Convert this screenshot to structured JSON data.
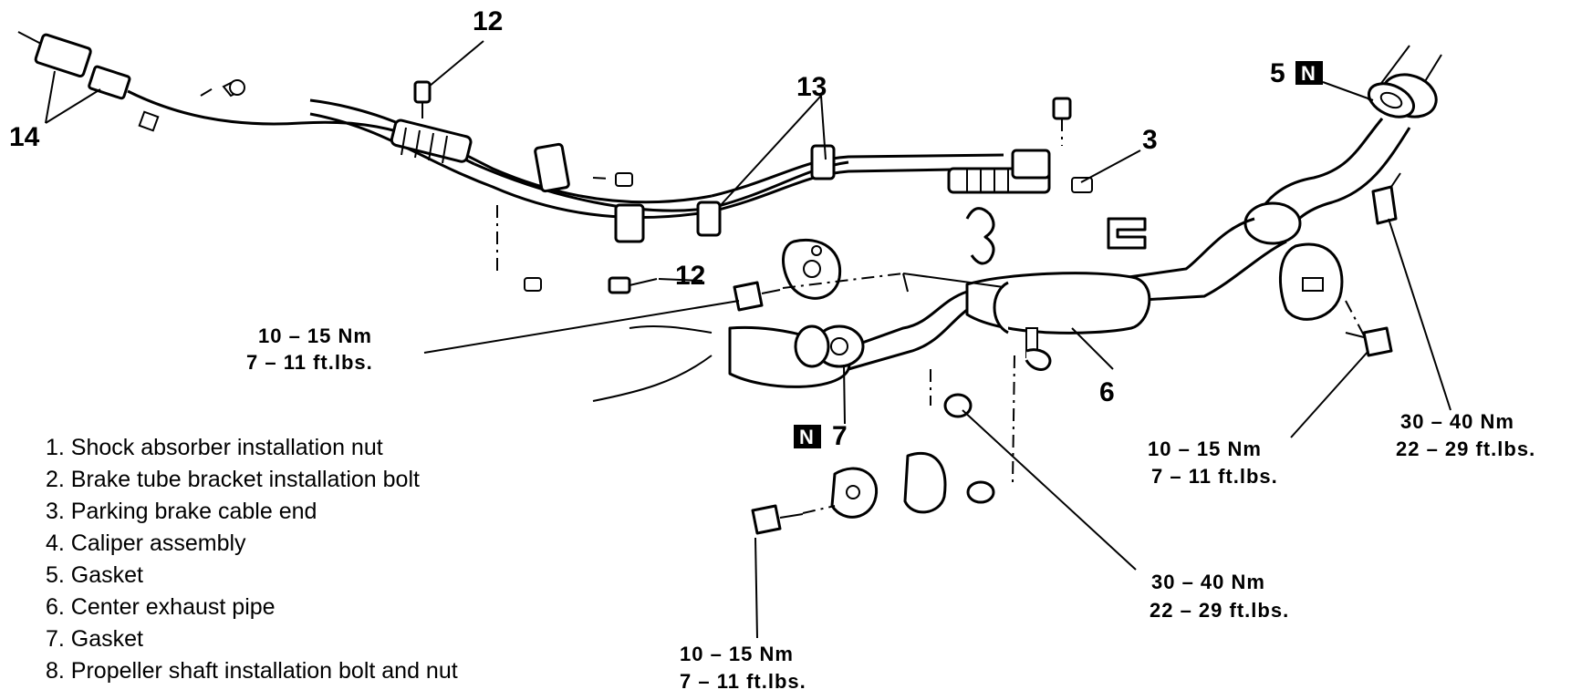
{
  "callouts": {
    "c14": "14",
    "c12_top": "12",
    "c13": "13",
    "c3": "3",
    "c5": "5",
    "c12_mid": "12",
    "c6": "6",
    "c7": "7"
  },
  "n_marks": {
    "n5": "N",
    "n7": "N"
  },
  "torque_specs": {
    "left_mid": {
      "nm": "10 – 15  Nm",
      "ftlbs": "7 – 11  ft.lbs."
    },
    "right_mid": {
      "nm": "10 – 15  Nm",
      "ftlbs": "7 – 11  ft.lbs."
    },
    "far_right": {
      "nm": "30 – 40  Nm",
      "ftlbs": "22 – 29  ft.lbs."
    },
    "bottom_right": {
      "nm": "30 – 40  Nm",
      "ftlbs": "22 – 29  ft.lbs."
    },
    "bottom": {
      "nm": "10 – 15  Nm",
      "ftlbs": "7 – 11  ft.lbs."
    }
  },
  "legend": [
    "1.  Shock absorber installation nut",
    "2.  Brake tube bracket installation bolt",
    "3.  Parking brake cable end",
    "4.  Caliper assembly",
    "5.  Gasket",
    "6.  Center exhaust pipe",
    "7.  Gasket",
    "8.  Propeller shaft installation bolt and nut"
  ]
}
